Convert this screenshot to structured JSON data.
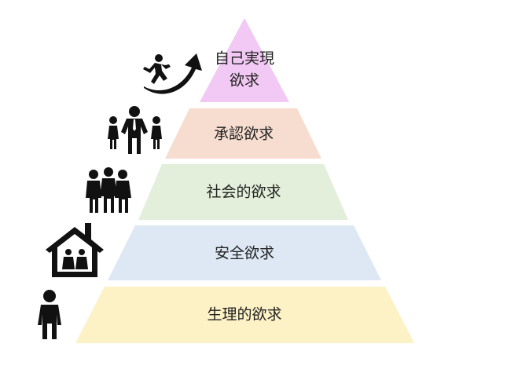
{
  "pyramid": {
    "tiers": [
      {
        "key": "self_actualization",
        "lines": [
          "自己実現",
          "欲求"
        ],
        "color": "#f2c8f4",
        "icon": "running-person-arrow-icon"
      },
      {
        "key": "esteem",
        "lines": [
          "承認欲求"
        ],
        "color": "#f7ddd0",
        "icon": "leader-with-team-icon"
      },
      {
        "key": "social",
        "lines": [
          "社会的欲求"
        ],
        "color": "#e3efda",
        "icon": "group-of-people-icon"
      },
      {
        "key": "safety",
        "lines": [
          "安全欲求"
        ],
        "color": "#dde8f4",
        "icon": "house-with-family-icon"
      },
      {
        "key": "physiological",
        "lines": [
          "生理的欲求"
        ],
        "color": "#fdf1c6",
        "icon": "standing-person-icon"
      }
    ]
  }
}
